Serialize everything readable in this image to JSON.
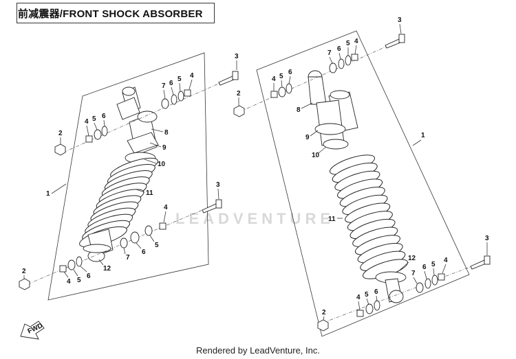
{
  "title": "前减震器/FRONT SHOCK ABSORBER",
  "watermark": "LEADVENTURE",
  "footer": "Rendered by LeadVenture, Inc.",
  "fwd_label": "FWD",
  "callouts": [
    "1",
    "2",
    "3",
    "4",
    "5",
    "6",
    "7",
    "8",
    "9",
    "10",
    "11",
    "12"
  ]
}
